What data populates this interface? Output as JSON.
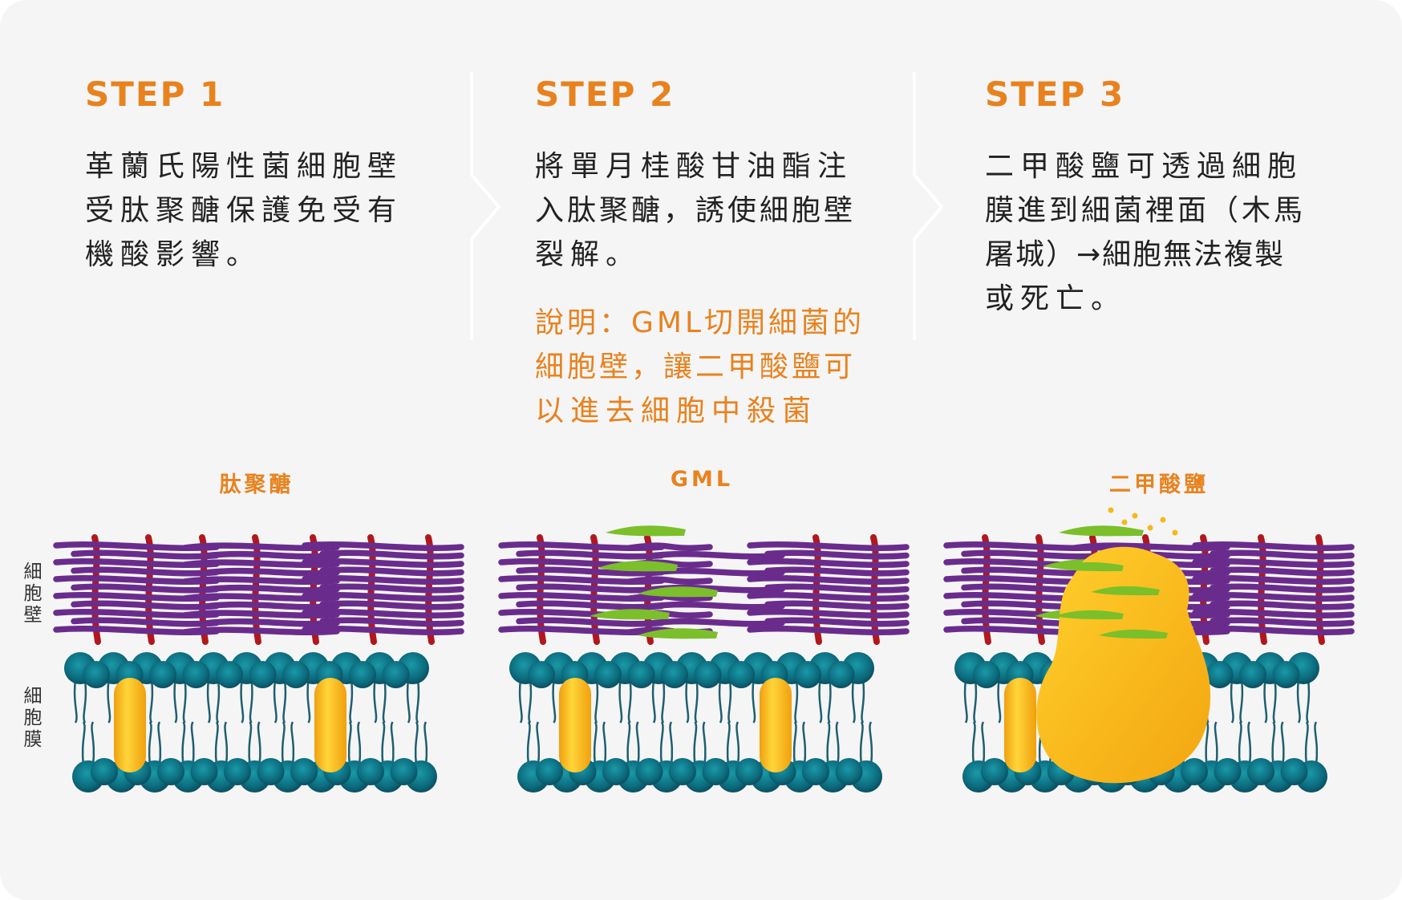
{
  "colors": {
    "accent": "#e8821e",
    "text": "#222222",
    "card": "#f5f5f5",
    "divider": "#ffffff",
    "wall_strand": "#6a2c8c",
    "wall_crosslink": "#b0181e",
    "membrane_head": "#0f7a8c",
    "membrane_tail": "#1f5f70",
    "protein": "#f7b81a",
    "gml": "#7bbf2a"
  },
  "steps": [
    {
      "title": "STEP 1",
      "lines": [
        "革蘭氏陽性菌細胞壁",
        "受肽聚醣保護免受有",
        "機酸影響。"
      ],
      "note_lines": [],
      "molecule_label": "肽聚醣"
    },
    {
      "title": "STEP 2",
      "lines": [
        "將單月桂酸甘油酯注",
        "入肽聚醣，誘使細胞壁",
        "裂解。"
      ],
      "note_lines": [
        "說明：GML切開細菌的",
        "細胞壁，讓二甲酸鹽可",
        "以進去細胞中殺菌"
      ],
      "molecule_label": "GML"
    },
    {
      "title": "STEP 3",
      "lines": [
        "二甲酸鹽可透過細胞",
        "膜進到細菌裡面（木馬",
        "屠城）→細胞無法複製",
        "或死亡。"
      ],
      "note_lines": [],
      "molecule_label": "二甲酸鹽"
    }
  ],
  "side_labels": {
    "cell_wall": [
      "細",
      "胞",
      "壁"
    ],
    "cell_membrane": [
      "細",
      "胞",
      "膜"
    ]
  },
  "icons": {
    "step_divider": "chevron-right-icon",
    "wall": "peptidoglycan-mesh-icon",
    "membrane": "lipid-bilayer-icon",
    "gml": "gml-molecule-icon",
    "diformate": "diformate-particle-icon"
  }
}
